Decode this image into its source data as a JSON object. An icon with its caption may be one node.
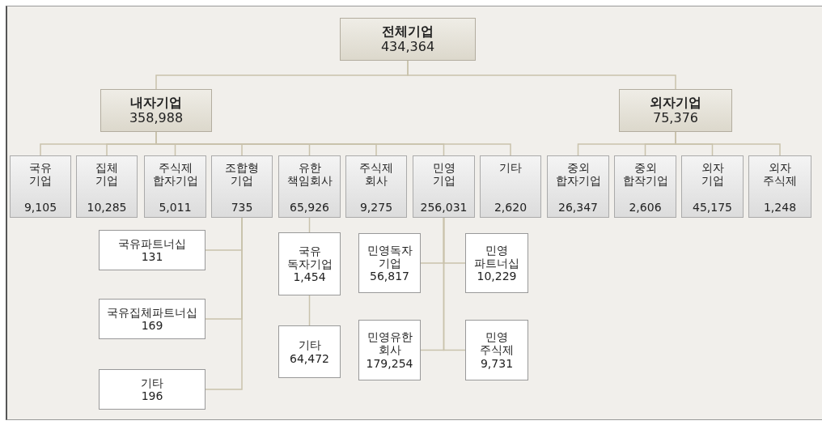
{
  "diagram": {
    "nodes": [
      {
        "text": [
          "전체기업",
          "434,364"
        ]
      },
      {
        "text": [
          "내자기업",
          "358,988"
        ]
      },
      {
        "text": [
          "외자기업",
          "75,376"
        ]
      },
      {
        "text": [
          "국유 기업",
          "9,105"
        ]
      },
      {
        "text": [
          "집체 기업",
          "10,285"
        ]
      },
      {
        "text": [
          "주식제 합자기업",
          "5,011"
        ]
      },
      {
        "text": [
          "조합형 기업",
          "735"
        ]
      },
      {
        "text": [
          "유한 책임회사",
          "65,926"
        ]
      },
      {
        "text": [
          "주식제 회사",
          "9,275"
        ]
      },
      {
        "text": [
          "민영 기업",
          "256,031"
        ]
      },
      {
        "text": [
          "기타",
          "2,620"
        ]
      },
      {
        "text": [
          "중외 합자기업",
          "26,347"
        ]
      },
      {
        "text": [
          "중외 합작기업",
          "2,606"
        ]
      },
      {
        "text": [
          "외자 기업",
          "45,175"
        ]
      },
      {
        "text": [
          "외자 주식제",
          "1,248"
        ]
      },
      {
        "text": [
          "국유파트너십",
          "131"
        ]
      },
      {
        "text": [
          "국유 독자기업",
          "1,454"
        ]
      },
      {
        "text": [
          "민영독자 기업",
          "56,817"
        ]
      },
      {
        "text": [
          "민영 파트너십",
          "10,229"
        ]
      },
      {
        "text": [
          "국유집체파트너십",
          "169"
        ]
      },
      {
        "text": [
          "기타",
          "64,472"
        ]
      },
      {
        "text": [
          "민영유한 회사",
          "179,254"
        ]
      },
      {
        "text": [
          "민영 주식제",
          "9,731"
        ]
      },
      {
        "text": [
          "기타",
          "196"
        ]
      }
    ],
    "edges": [
      {
        "from": 0,
        "to": 1,
        "arrow": "none"
      },
      {
        "from": 0,
        "to": 2,
        "arrow": "none"
      },
      {
        "from": 1,
        "to": 3,
        "arrow": "none"
      },
      {
        "from": 1,
        "to": 4,
        "arrow": "none"
      },
      {
        "from": 1,
        "to": 5,
        "arrow": "none"
      },
      {
        "from": 1,
        "to": 6,
        "arrow": "none"
      },
      {
        "from": 1,
        "to": 7,
        "arrow": "none"
      },
      {
        "from": 1,
        "to": 8,
        "arrow": "none"
      },
      {
        "from": 1,
        "to": 9,
        "arrow": "none"
      },
      {
        "from": 1,
        "to": 10,
        "arrow": "none"
      },
      {
        "from": 2,
        "to": 11,
        "arrow": "none"
      },
      {
        "from": 2,
        "to": 12,
        "arrow": "none"
      },
      {
        "from": 2,
        "to": 13,
        "arrow": "none"
      },
      {
        "from": 2,
        "to": 14,
        "arrow": "none"
      },
      {
        "from": 6,
        "to": 15,
        "arrow": "none"
      },
      {
        "from": 6,
        "to": 19,
        "arrow": "none"
      },
      {
        "from": 6,
        "to": 23,
        "arrow": "none"
      },
      {
        "from": 7,
        "to": 16,
        "arrow": "none"
      },
      {
        "from": 16,
        "to": 20,
        "arrow": "none"
      },
      {
        "from": 9,
        "to": 17,
        "arrow": "none"
      },
      {
        "from": 9,
        "to": 18,
        "arrow": "none"
      },
      {
        "from": 9,
        "to": 21,
        "arrow": "none"
      },
      {
        "from": 9,
        "to": 22,
        "arrow": "none"
      }
    ]
  }
}
